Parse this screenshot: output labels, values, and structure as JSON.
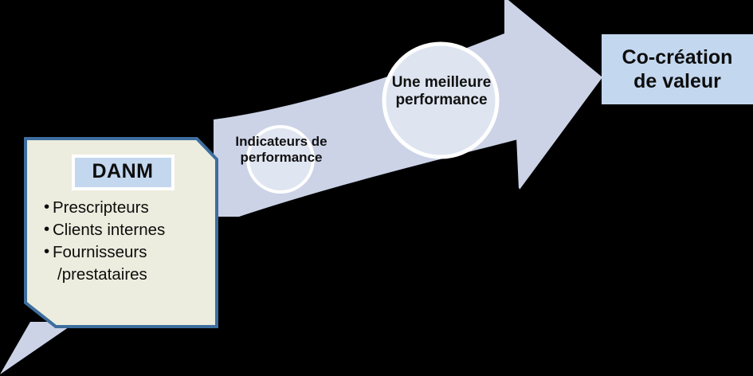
{
  "diagram": {
    "title_text_visible": false,
    "source_box": {
      "heading": "DANM",
      "items": [
        "Prescripteurs",
        "Clients internes",
        "Fournisseurs",
        "/prestataires"
      ],
      "fill_color": "#ecedde",
      "border_color": "#3d6e9e",
      "heading_fill_color": "#c3d7ef"
    },
    "arrow": {
      "fill_color": "#ccd3e7",
      "direction": "right",
      "shape": "curved-banner-arrow"
    },
    "stages": [
      {
        "label": "Indicateurs de\nperformance",
        "circle_fill": "#dfe5f1",
        "circle_stroke": "#ffffff"
      },
      {
        "label": "Une meilleure\nperformance",
        "circle_fill": "#dde4f0",
        "circle_stroke": "#ffffff"
      }
    ],
    "target_box": {
      "label": "Co-création\nde valeur",
      "fill_color": "#c3d7ef",
      "text_color": "#0d0d0d"
    },
    "background_color": "#000000"
  }
}
